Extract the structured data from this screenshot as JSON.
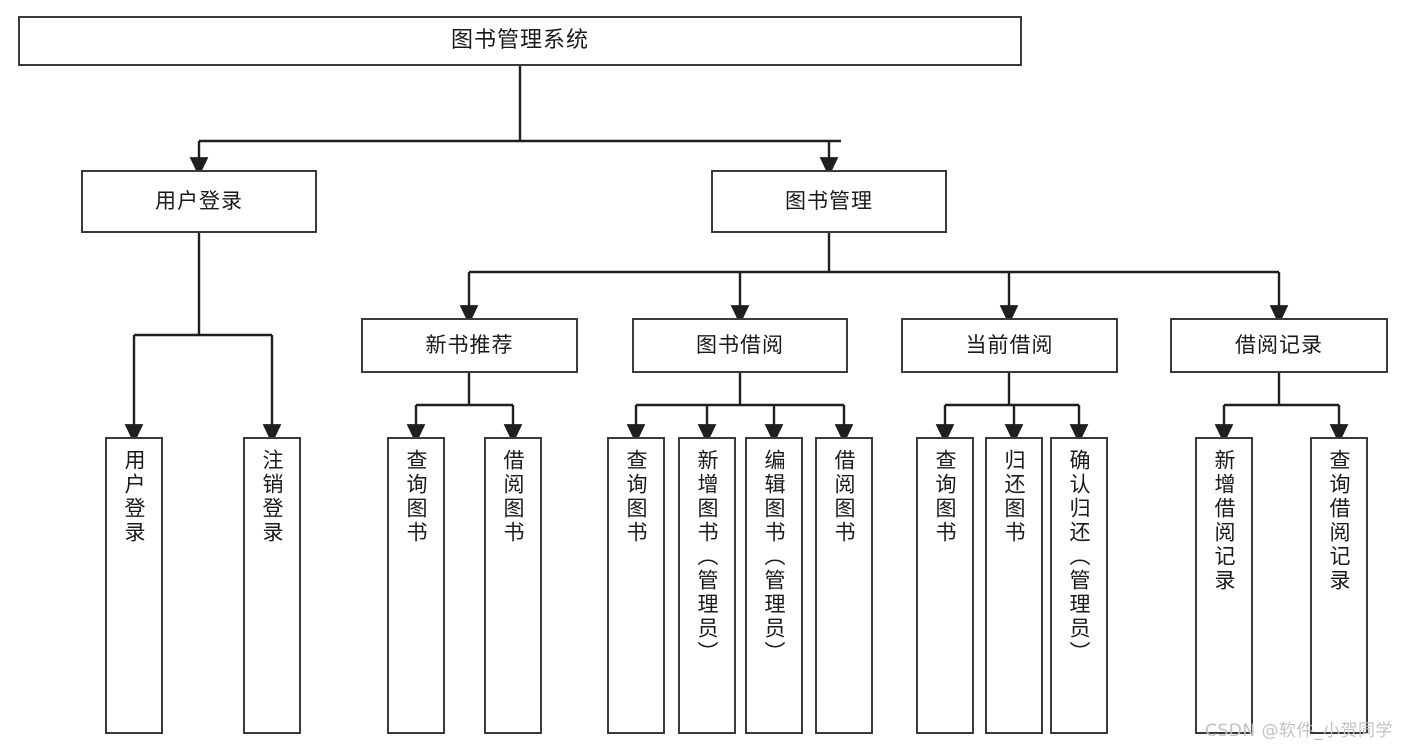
{
  "diagram": {
    "title": "图书管理系统",
    "type": "tree-hierarchy",
    "root": {
      "label": "图书管理系统"
    },
    "level2": [
      {
        "label": "用户登录"
      },
      {
        "label": "图书管理"
      }
    ],
    "level3": [
      {
        "label": "新书推荐"
      },
      {
        "label": "图书借阅"
      },
      {
        "label": "当前借阅"
      },
      {
        "label": "借阅记录"
      }
    ],
    "leaves": [
      {
        "label": "用户登录",
        "parent": "用户登录"
      },
      {
        "label": "注销登录",
        "parent": "用户登录"
      },
      {
        "label": "查询图书",
        "parent": "新书推荐"
      },
      {
        "label": "借阅图书",
        "parent": "新书推荐"
      },
      {
        "label": "查询图书",
        "parent": "图书借阅"
      },
      {
        "label": "新增图书（管理员）",
        "parent": "图书借阅"
      },
      {
        "label": "编辑图书（管理员）",
        "parent": "图书借阅"
      },
      {
        "label": "借阅图书",
        "parent": "图书借阅"
      },
      {
        "label": "查询图书",
        "parent": "当前借阅"
      },
      {
        "label": "归还图书",
        "parent": "当前借阅"
      },
      {
        "label": "确认归还（管理员）",
        "parent": "当前借阅"
      },
      {
        "label": "新增借阅记录",
        "parent": "借阅记录"
      },
      {
        "label": "查询借阅记录",
        "parent": "借阅记录"
      }
    ]
  },
  "watermark": {
    "text": "CSDN @软件_小贺同学"
  },
  "colors": {
    "box_border": "#3a3a3a",
    "box_fill": "#ffffff",
    "connector": "#1f1f1f",
    "text": "#1a1a1a",
    "watermark": "#c2c2c2"
  }
}
